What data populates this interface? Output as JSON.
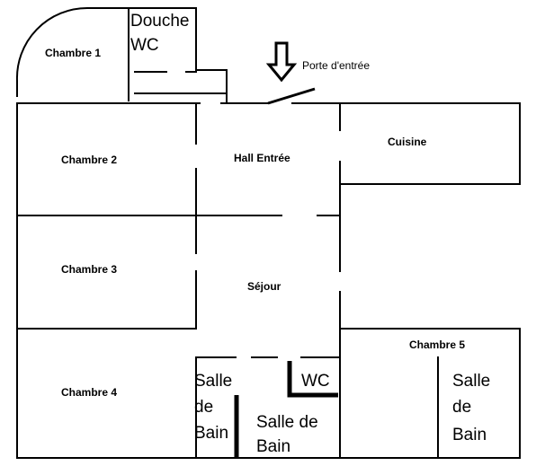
{
  "rooms": {
    "chambre1": "Chambre 1",
    "douche_line1": "Douche",
    "douche_line2": "WC",
    "chambre2": "Chambre 2",
    "hall": "Hall Entrée",
    "cuisine": "Cuisine",
    "chambre3": "Chambre 3",
    "sejour": "Séjour",
    "chambre4": "Chambre 4",
    "chambre5": "Chambre 5",
    "salle_de_bain_left": [
      "Salle",
      "de",
      "Bain"
    ],
    "salle_de_bain_center": [
      "Salle de",
      "Bain"
    ],
    "wc_bottom": "WC",
    "salle_de_bain_right": [
      "Salle",
      "de",
      "Bain"
    ]
  },
  "entrance_label": "Porte d'entrée",
  "colors": {
    "wall": "#000000",
    "background": "#ffffff"
  },
  "icons": {
    "entrance": "arrow-down-icon"
  }
}
